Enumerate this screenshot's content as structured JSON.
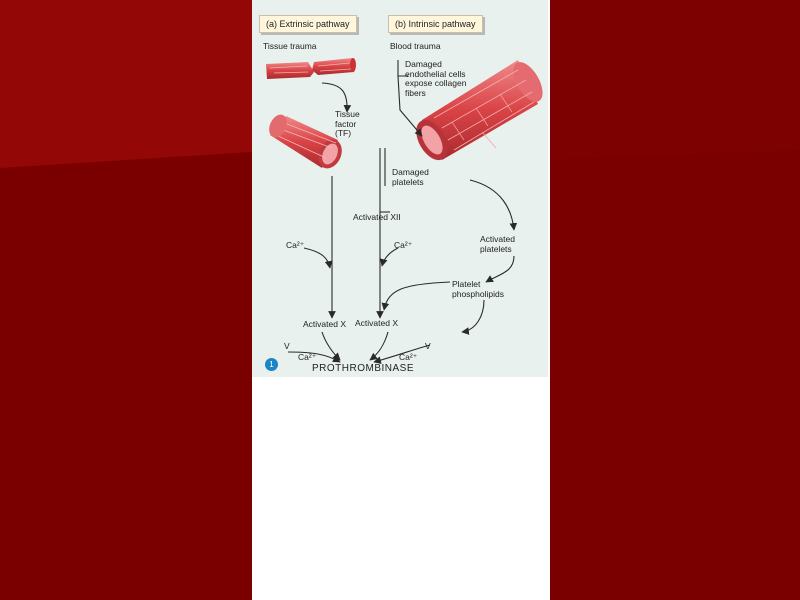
{
  "tabs": {
    "extrinsic": "(a) Extrinsic pathway",
    "intrinsic": "(b) Intrinsic pathway"
  },
  "labels": {
    "tissue_trauma": "Tissue trauma",
    "blood_trauma": "Blood trauma",
    "damaged_endothelial": "Damaged\nendothelial cells\nexpose collagen\nfibers",
    "tissue_factor": "Tissue\nfactor\n(TF)",
    "damaged_platelets": "Damaged\nplatelets",
    "activated_xii": "Activated XII",
    "ca_left": "Ca²⁺",
    "ca_mid": "Ca²⁺",
    "activated_platelets": "Activated\nplatelets",
    "platelet_phospholipids": "Platelet\nphospholipids",
    "activated_x_left": "Activated X",
    "activated_x_right": "Activated X",
    "v_left": "V",
    "v_right": "V",
    "ca_bottom_left": "Ca²⁺",
    "ca_bottom_right": "Ca²⁺",
    "prothrombinase": "PROTHROMBINASE",
    "step_number": "1"
  },
  "colors": {
    "slide_background": "#7a0000",
    "figure_background": "#e8f1ee",
    "tab_background": "#fff6dc",
    "vessel_red": "#d9484a",
    "step_badge": "#1a86c4"
  }
}
